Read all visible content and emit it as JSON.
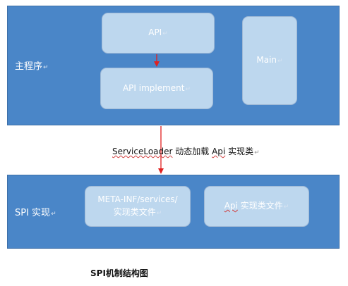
{
  "main_program": {
    "label": "主程序",
    "api": "API",
    "api_implement": "API implement",
    "main": "Main"
  },
  "connector": {
    "label_prefix": "ServiceLoader",
    "label_middle": " 动态加载 ",
    "label_api": "Api",
    "label_suffix": " 实现类"
  },
  "spi": {
    "label": "SPI 实现",
    "services_file": "META-INF/services/\n实现类文件",
    "api_impl_file_prefix": "Api",
    "api_impl_file_suffix": " 实现类文件"
  },
  "title": "SPI机制结构图",
  "return_mark": "↵",
  "colors": {
    "panel": "#4a86c8",
    "box": "#bdd7ee",
    "arrow": "#e02020",
    "squiggle": "#d04040"
  }
}
